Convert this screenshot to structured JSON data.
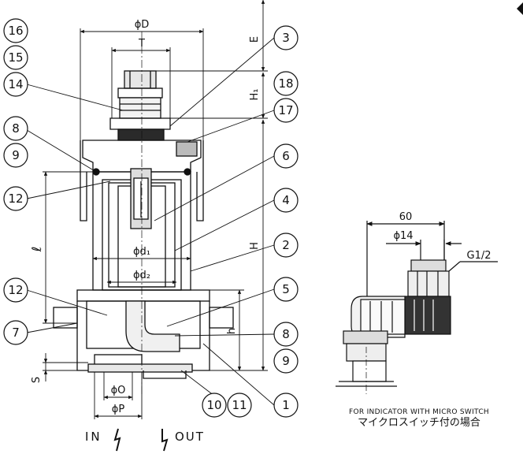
{
  "callouts": [
    "16",
    "15",
    "14",
    "8",
    "9",
    "12",
    "12",
    "7",
    "3",
    "18",
    "17",
    "6",
    "4",
    "2",
    "5",
    "8",
    "9",
    "1",
    "10",
    "11"
  ],
  "dimensions": {
    "phi_D": "ϕD",
    "T": "T",
    "E": "E",
    "H1": "H₁",
    "H": "H",
    "l": "ℓ",
    "phi_d1": "ϕd₁",
    "phi_d2": "ϕd₂",
    "h": "h",
    "S": "S",
    "phi_O": "ϕO",
    "phi_P": "ϕP"
  },
  "flow": {
    "in": "IN",
    "out": "OUT"
  },
  "detail": {
    "dim_60": "60",
    "dim_phi14": "ϕ14",
    "thread": "G1/2",
    "caption_en": "FOR INDICATOR WITH MICRO SWITCH",
    "caption_jp": "マイクロスイッチ付の場合"
  }
}
